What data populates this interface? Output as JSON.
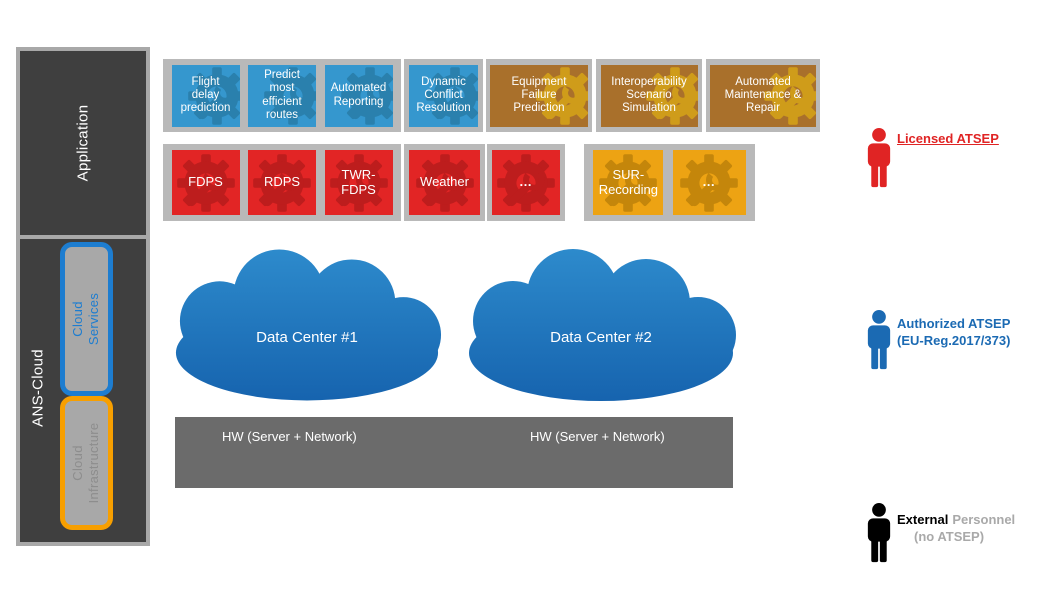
{
  "sidebar": {
    "application": "Application",
    "ans_cloud": "ANS-Cloud",
    "cloud_services": "Cloud Services",
    "cloud_infrastructure": "Cloud Infrastructure"
  },
  "applications": {
    "ai_blue": [
      "Flight delay prediction",
      "Predict most efficient routes",
      "Automated Reporting",
      "Dynamic Conflict Resolution"
    ],
    "maintenance_gold": [
      "Equipment Failure Prediction",
      "Interoperability Scenario Simulation",
      "Automated Maintenance & Repair"
    ]
  },
  "services": {
    "atm_red": [
      "FDPS",
      "RDPS",
      "TWR-FDPS",
      "Weather",
      "…"
    ],
    "recording_yellow": [
      "SUR-Recording",
      "…"
    ]
  },
  "data_centers": [
    "Data Center #1",
    "Data Center #2"
  ],
  "hardware": {
    "label_left": "HW (Server + Network)",
    "label_right": "HW (Server + Network)"
  },
  "legend": [
    {
      "label": "Licensed ATSEP",
      "color": "#e02424"
    },
    {
      "label": "Authorized ATSEP",
      "sublabel": "(EU-Reg.2017/373)",
      "color": "#1b6ab3"
    },
    {
      "label": "External",
      "label_suffix": "Personnel",
      "sublabel": "(no ATSEP)",
      "icon_color": "#000000",
      "muted_color": "#a9a9a9"
    }
  ],
  "colors": {
    "panel_dark": "#3f3f3f",
    "panel_frame_gray": "#a8a8a8",
    "strip_gray": "#b9b9b9",
    "app_ai_blue": "#3597ce",
    "app_maintenance_brown": "#a9702b",
    "service_red": "#e22525",
    "service_yellow": "#eda313",
    "cloud_blue_top": "#2e8ccd",
    "cloud_blue_bottom": "#1663ae",
    "hw_gray": "#6b6b6b",
    "cloud_services_border": "#1d7dd0",
    "cloud_infrastructure_border": "#f79f00"
  }
}
